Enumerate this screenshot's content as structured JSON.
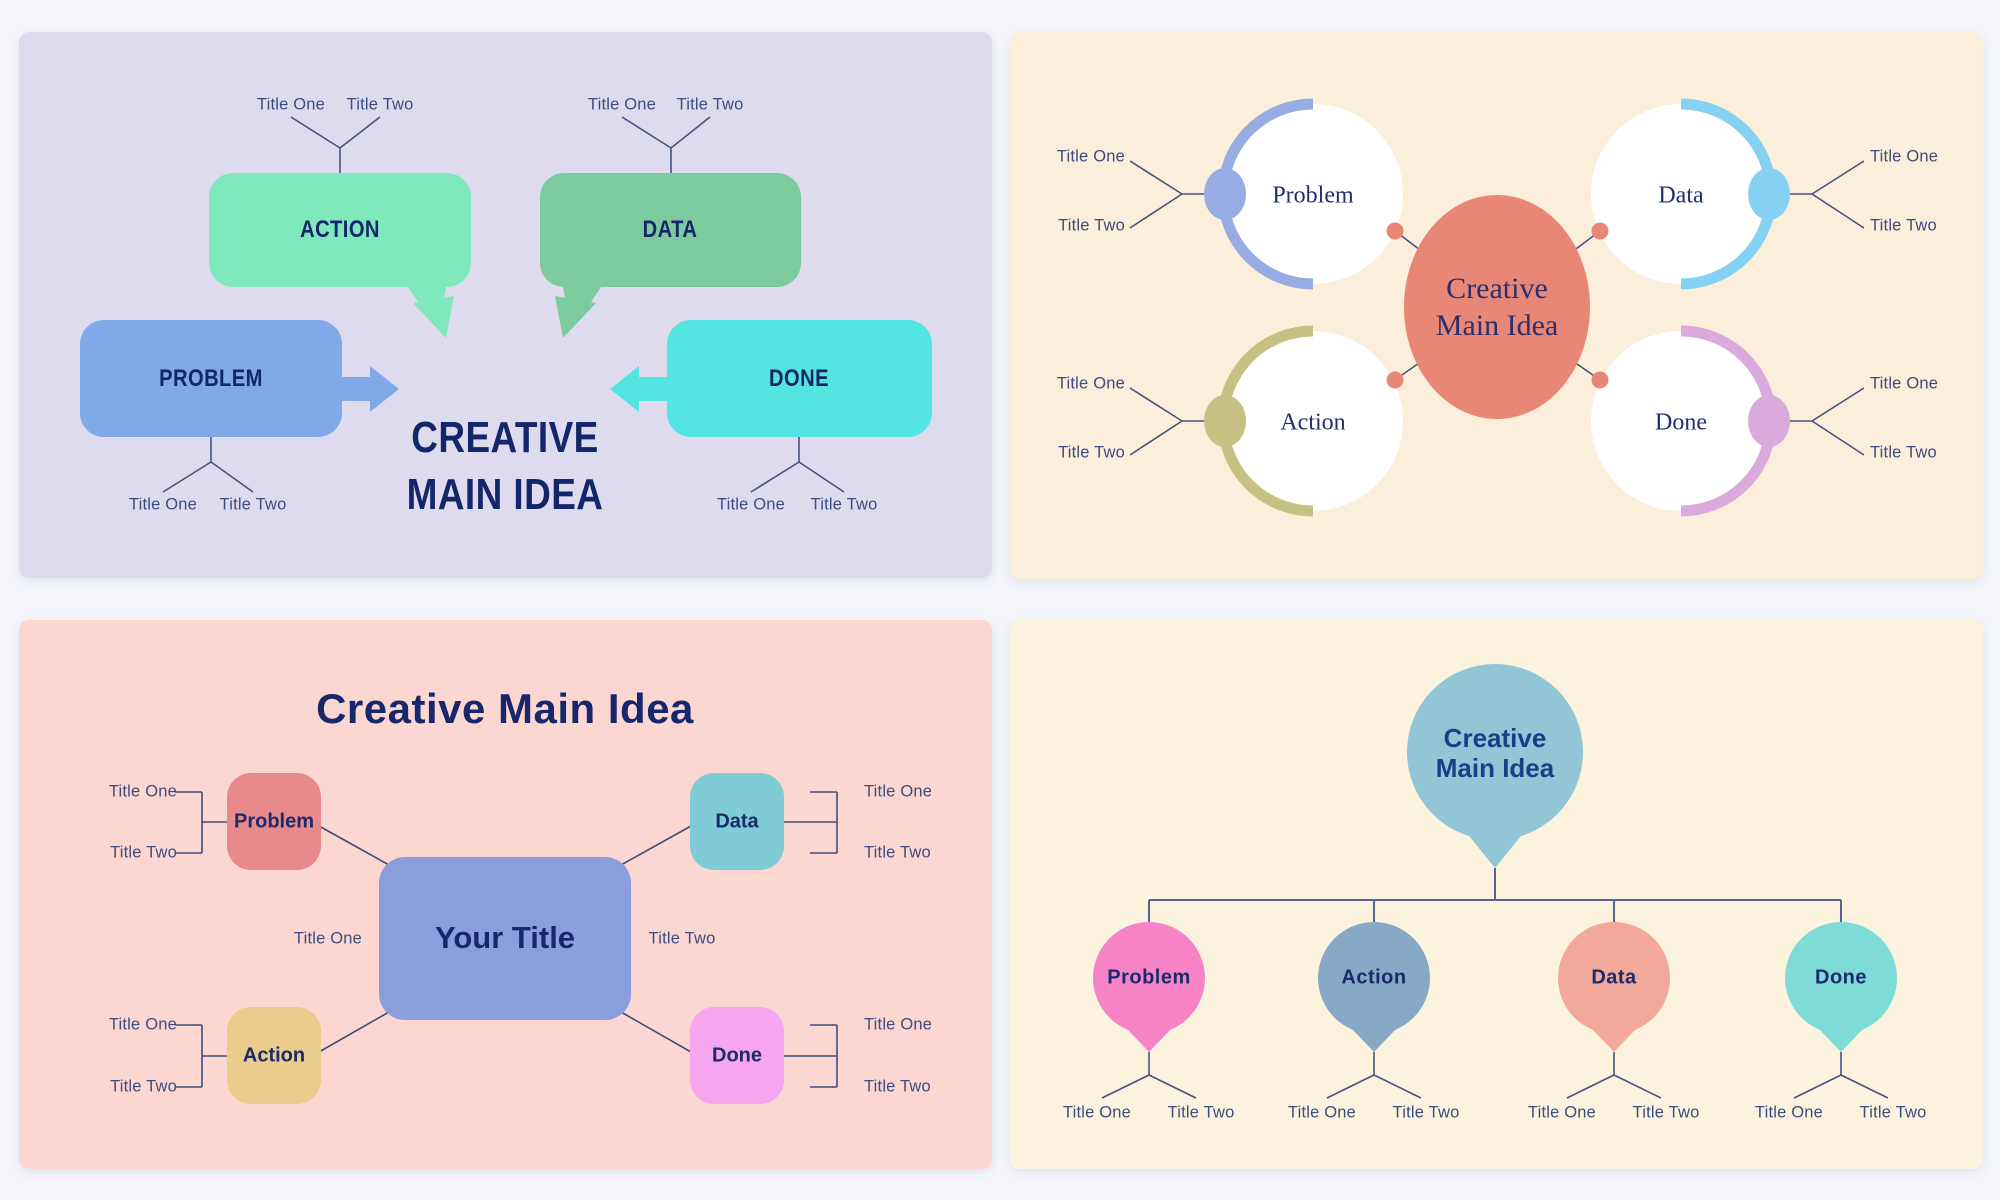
{
  "labels": {
    "title_one": "Title One",
    "title_two": "Title Two"
  },
  "bubbles_panel": {
    "background": "#DEDBEF",
    "main_title_line1": "CREATIVE",
    "main_title_line2": "MAIN IDEA",
    "nodes": {
      "action": "ACTION",
      "data": "DATA",
      "problem": "PROBLEM",
      "done": "DONE"
    },
    "colors": {
      "action": "#80E8BD",
      "data": "#7DCB9C",
      "problem": "#7FA9E9",
      "done": "#55E5E0"
    }
  },
  "circles_panel": {
    "background": "#FBEEDB",
    "center_line1": "Creative",
    "center_line2": "Main Idea",
    "nodes": {
      "problem": "Problem",
      "data": "Data",
      "action": "Action",
      "done": "Done"
    },
    "colors": {
      "center": "#E98776",
      "problem": "#98ACE4",
      "data": "#85D1F1",
      "action": "#C7C083",
      "done": "#DBAADC",
      "circle_fill": "#FFFFFF"
    }
  },
  "boxes_panel": {
    "background": "#FCD7D2",
    "title": "Creative Main Idea",
    "center": "Your Title",
    "nodes": {
      "problem": "Problem",
      "data": "Data",
      "action": "Action",
      "done": "Done"
    },
    "colors": {
      "center": "#8B9EDC",
      "problem": "#E8898B",
      "data": "#7FCBD6",
      "action": "#EACC8C",
      "done": "#F5A6EF"
    }
  },
  "balloons_panel": {
    "background": "#FCF3DF",
    "center_line1": "Creative",
    "center_line2": "Main Idea",
    "nodes": {
      "problem": "Problem",
      "action": "Action",
      "data": "Data",
      "done": "Done"
    },
    "colors": {
      "main": "#92C5D6",
      "problem": "#F583C6",
      "action": "#87A9C6",
      "data": "#F2A89A",
      "done": "#7FDBD8"
    }
  }
}
